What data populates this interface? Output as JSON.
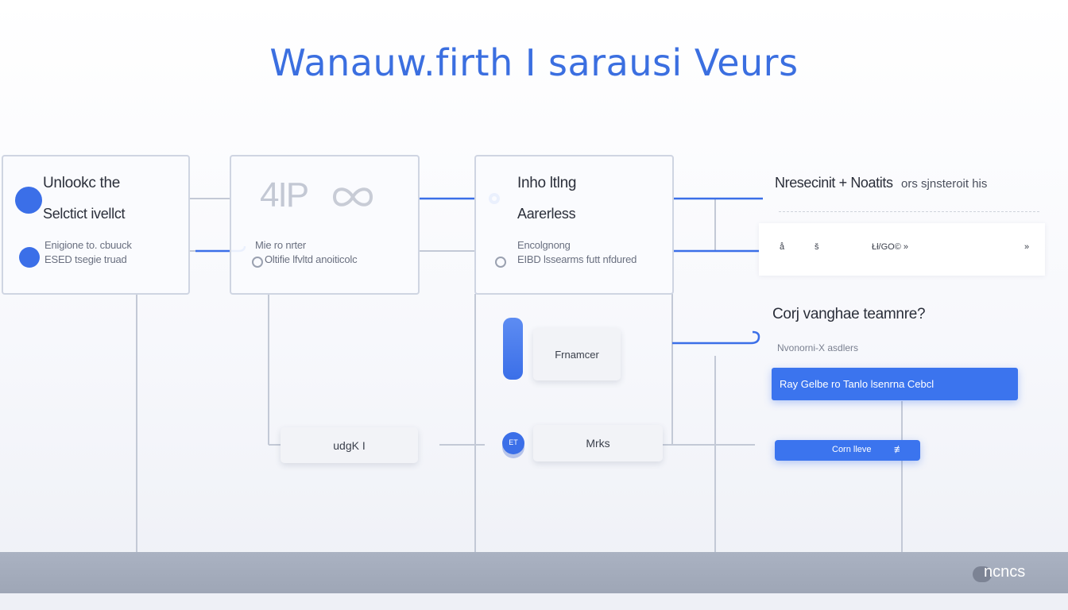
{
  "page": {
    "title": "Wanauw.firth I sarausi Veurs"
  },
  "card1": {
    "title_line1": "Unlookc the",
    "title_line2": "Selctict ivellct",
    "text_line1": "Enigione to. cbuuck",
    "text_line2": "ESED tsegie truad"
  },
  "card2": {
    "icon_text": "4IP",
    "text_line1": "Mie ro nrter",
    "text_line2": "Oltifie lfvltd anoiticolc"
  },
  "card3": {
    "title_line1": "Inho ltlng",
    "title_line2": "Aarerless",
    "text_line1": "Encolgnong",
    "text_line2": "EIBD lssearms futt nfdured"
  },
  "panel1": {
    "title": "Nresecinit + Noatits",
    "title_right": "ors sjnsteroit his",
    "row": [
      "å",
      "š",
      "Łł/GO© »",
      "»"
    ]
  },
  "section2": {
    "title": "Corj vanghae teamnre?",
    "subtitle": "Nvonorni-X asdlers"
  },
  "buttons": {
    "framcer": "Frnamcer",
    "udgk": "udgK I",
    "mrks": "Mrks",
    "mrks_badge": "ET",
    "blue_wide": "Ray Gelbe ro Tanlo lsenrna Cebcl",
    "blue_small": "Corn lleve",
    "blue_small_icon": "≢"
  },
  "footer": {
    "brand": "ncncs"
  },
  "colors": {
    "accent": "#3b6fe8",
    "border": "#cfd5e2",
    "footer": "#a4acbc"
  }
}
